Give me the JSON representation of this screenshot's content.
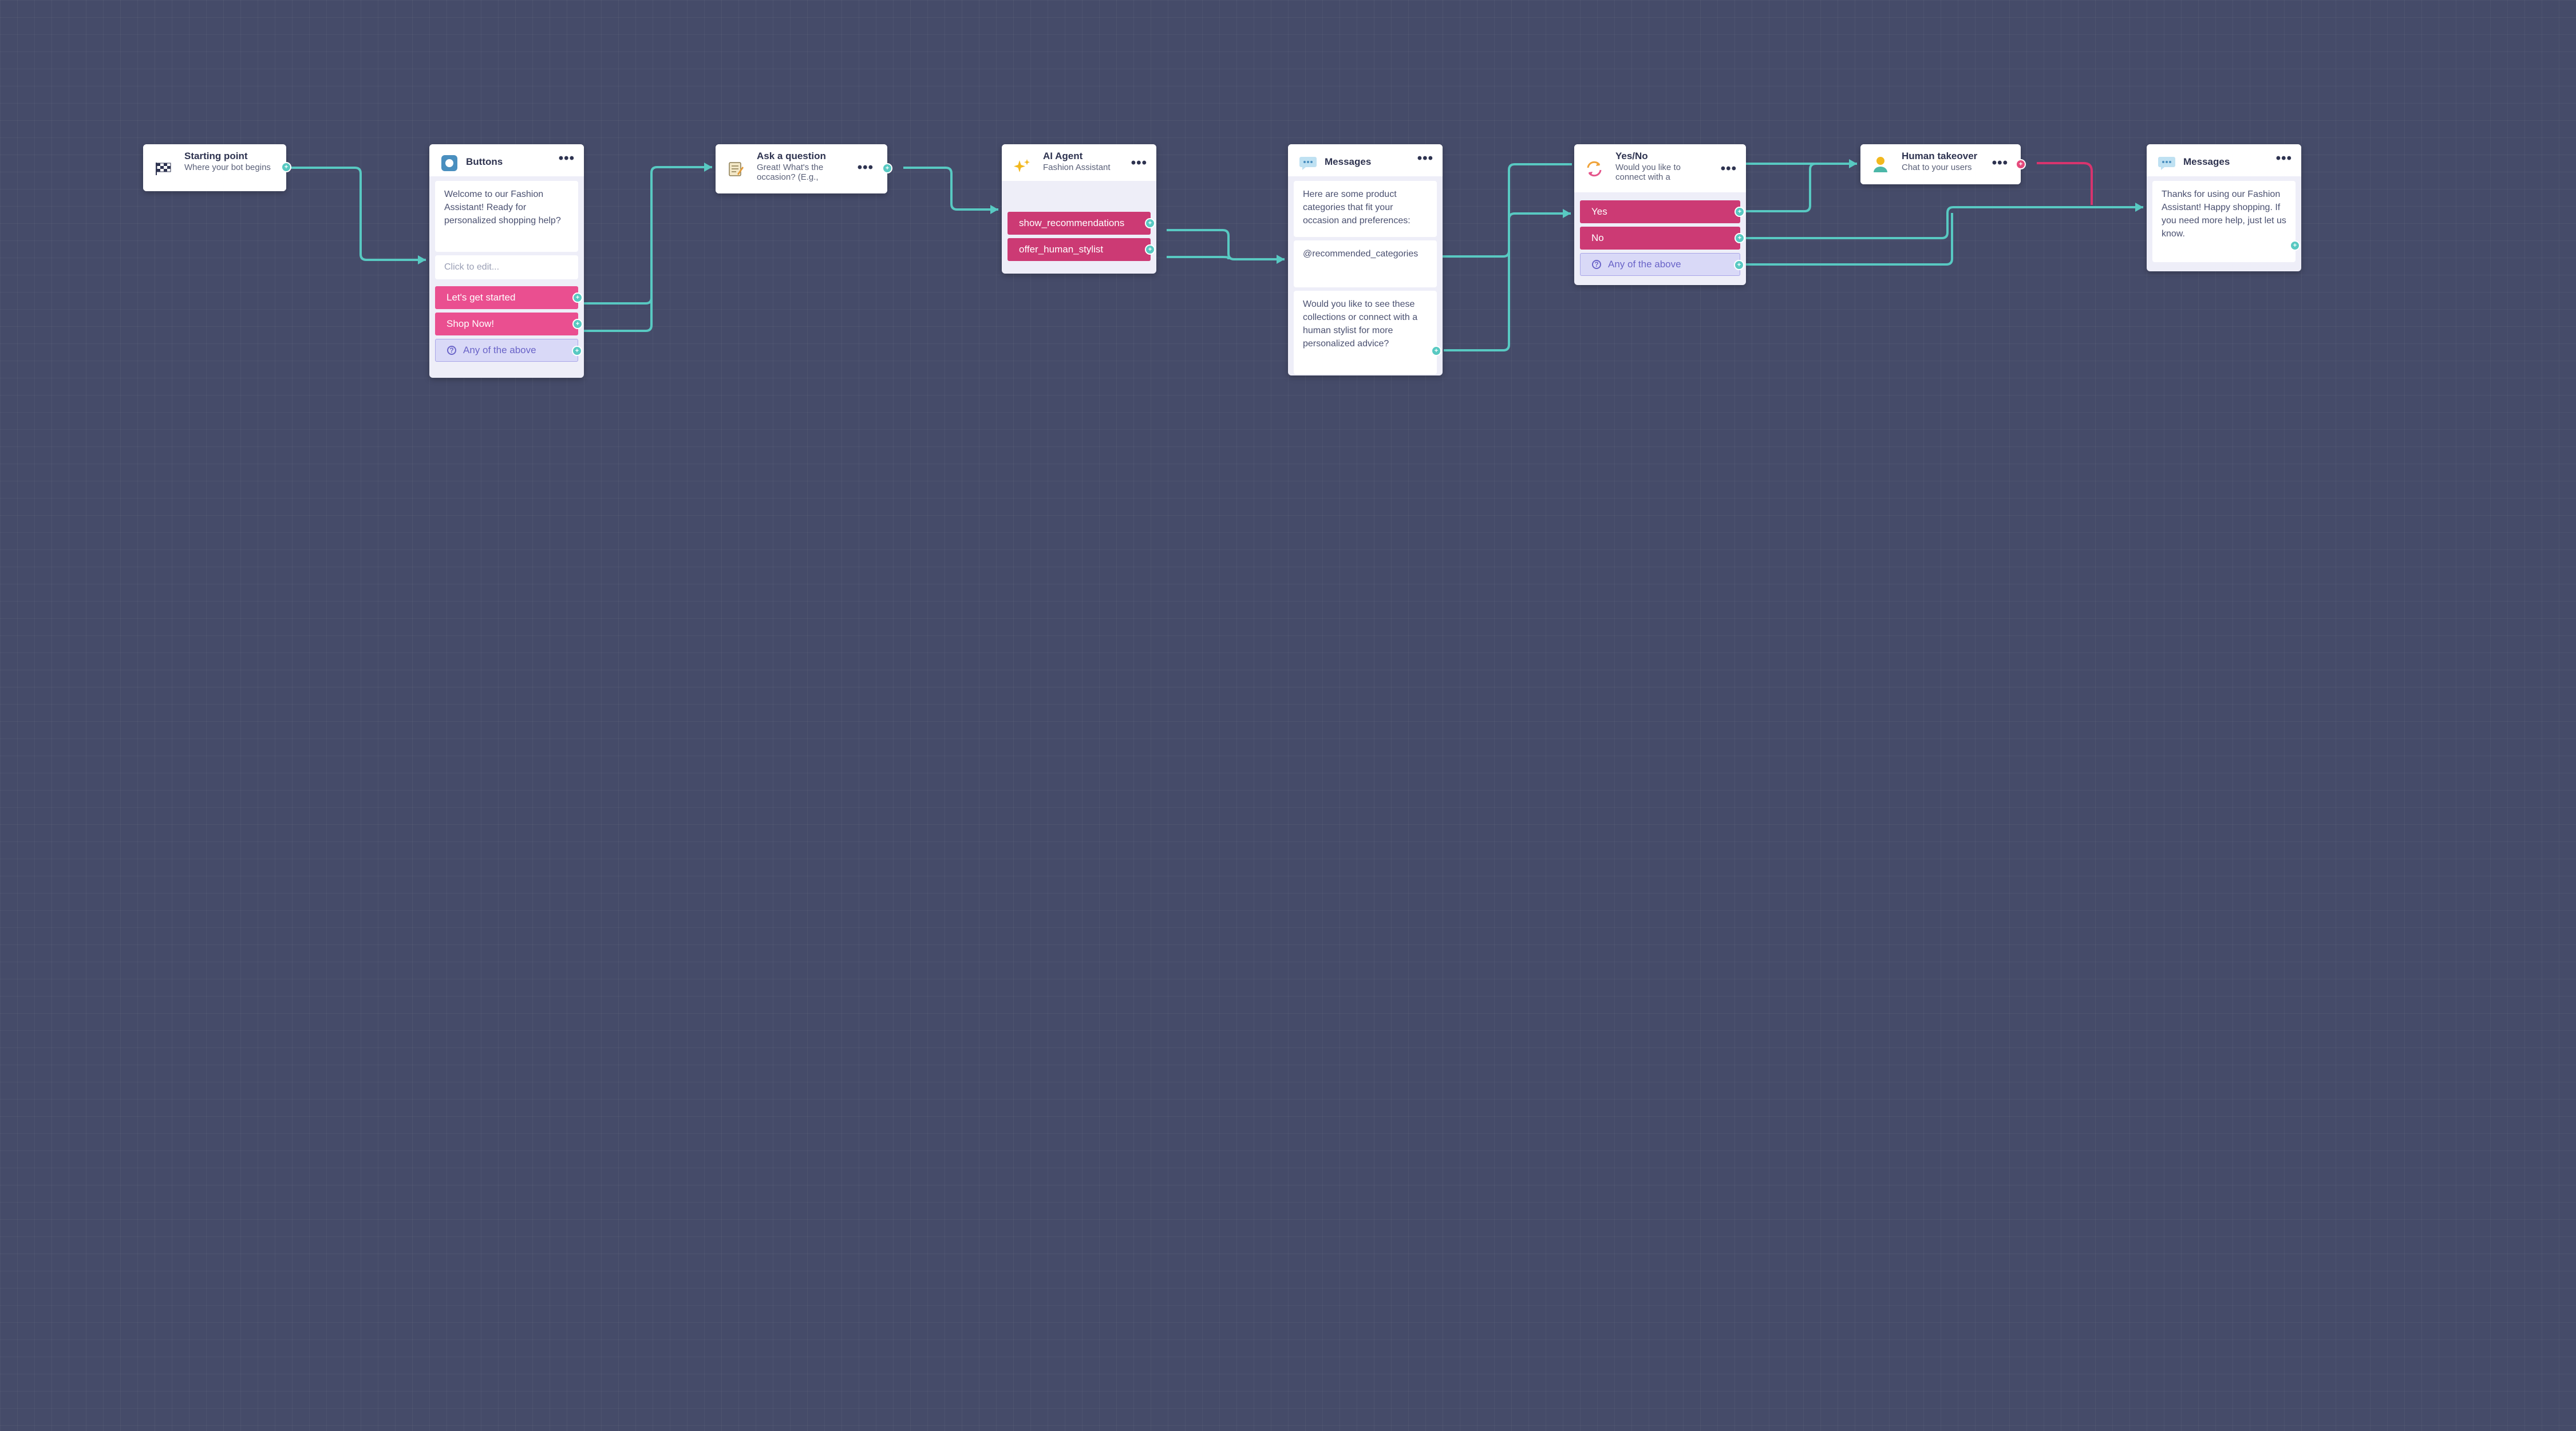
{
  "colors": {
    "canvas": "#454b69",
    "connector": "#58c9c2",
    "connector_alert": "#d8346e",
    "button_pink": "#ea4f90",
    "button_crimson": "#cc3a74",
    "fallback_bg": "#d9d9f7"
  },
  "nodes": {
    "start": {
      "icon": "checkered-flag-icon",
      "title": "Starting point",
      "subtitle": "Where your bot begins"
    },
    "buttons": {
      "icon": "buttons-icon",
      "title": "Buttons",
      "message": "Welcome to our Fashion Assistant! Ready for personalized shopping help?",
      "edit_placeholder": "Click to edit...",
      "options": [
        "Let's get started",
        "Shop Now!"
      ],
      "fallback": "Any of the above"
    },
    "question": {
      "icon": "notepad-icon",
      "title": "Ask a question",
      "subtitle": "Great! What's the occasion? (E.g.,"
    },
    "ai_agent": {
      "icon": "sparkles-icon",
      "title": "AI Agent",
      "subtitle": "Fashion Assistant",
      "outputs": [
        "show_recommendations",
        "offer_human_stylist"
      ]
    },
    "messages1": {
      "icon": "chat-bubble-icon",
      "title": "Messages",
      "items": [
        "Here are some product categories that fit your occasion and preferences:",
        "@recommended_categories",
        "Would you like to see these collections or connect with a human stylist for more personalized advice?"
      ]
    },
    "yesno": {
      "icon": "yes-no-icon",
      "title": "Yes/No",
      "subtitle": "Would you like to connect with a",
      "options": [
        "Yes",
        "No"
      ],
      "fallback": "Any of the above"
    },
    "human": {
      "icon": "person-icon",
      "title": "Human takeover",
      "subtitle": "Chat to your users"
    },
    "messages2": {
      "icon": "chat-bubble-icon",
      "title": "Messages",
      "text": "Thanks for using our Fashion Assistant! Happy shopping. If you need more help, just let us know."
    }
  }
}
